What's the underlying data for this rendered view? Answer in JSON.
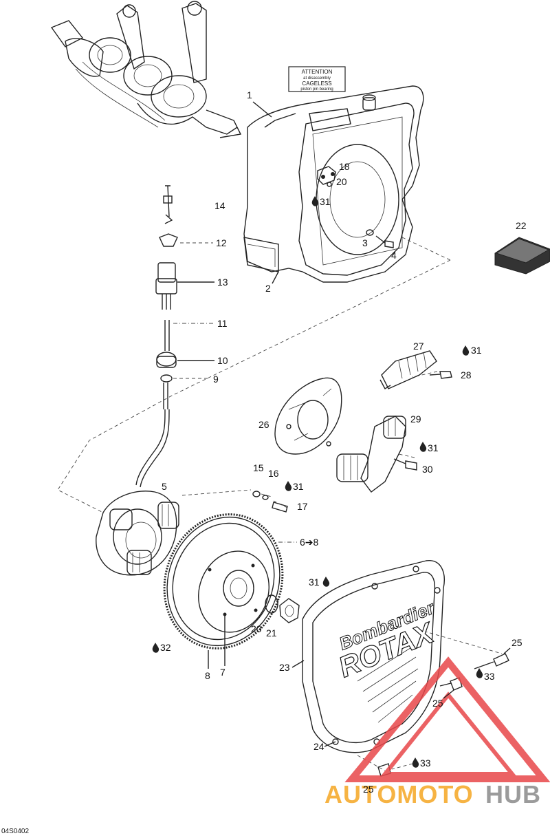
{
  "callouts": [
    {
      "id": "1",
      "text": "1"
    },
    {
      "id": "2",
      "text": "2"
    },
    {
      "id": "3",
      "text": "3"
    },
    {
      "id": "4",
      "text": "4"
    },
    {
      "id": "5",
      "text": "5"
    },
    {
      "id": "6-8",
      "text": "6➔8"
    },
    {
      "id": "7",
      "text": "7"
    },
    {
      "id": "8",
      "text": "8"
    },
    {
      "id": "9",
      "text": "9"
    },
    {
      "id": "10",
      "text": "10"
    },
    {
      "id": "11",
      "text": "11"
    },
    {
      "id": "12",
      "text": "12"
    },
    {
      "id": "13",
      "text": "13"
    },
    {
      "id": "14",
      "text": "14"
    },
    {
      "id": "15",
      "text": "15"
    },
    {
      "id": "16",
      "text": "16"
    },
    {
      "id": "17",
      "text": "17"
    },
    {
      "id": "18",
      "text": "18"
    },
    {
      "id": "20a",
      "text": "20"
    },
    {
      "id": "20b",
      "text": "20"
    },
    {
      "id": "21",
      "text": "21"
    },
    {
      "id": "22",
      "text": "22"
    },
    {
      "id": "23",
      "text": "23"
    },
    {
      "id": "24",
      "text": "24"
    },
    {
      "id": "25a",
      "text": "25"
    },
    {
      "id": "25b",
      "text": "25"
    },
    {
      "id": "25c",
      "text": "25"
    },
    {
      "id": "26",
      "text": "26"
    },
    {
      "id": "27",
      "text": "27"
    },
    {
      "id": "28",
      "text": "28"
    },
    {
      "id": "29",
      "text": "29"
    },
    {
      "id": "30",
      "text": "30"
    }
  ],
  "adhesive_marks": [
    {
      "id": "31a",
      "text": "31"
    },
    {
      "id": "31b",
      "text": "31"
    },
    {
      "id": "31c",
      "text": "31"
    },
    {
      "id": "31d",
      "text": "31"
    },
    {
      "id": "31e",
      "text": "31"
    },
    {
      "id": "32",
      "text": "32"
    },
    {
      "id": "33a",
      "text": "33"
    },
    {
      "id": "33b",
      "text": "33"
    }
  ],
  "attention_label": {
    "line1": "ATTENTION",
    "line2": "at disassembly",
    "line3": "CAGELESS",
    "line4": "piston pin bearing"
  },
  "cover_brand": {
    "line1": "Bombardier",
    "line2": "ROTAX"
  },
  "watermark": {
    "part1": "AUTOMOTO",
    "part2": "HUB",
    "color_red": "#e8474a",
    "color_orange": "#f5a623",
    "color_grey": "#8a8a8a"
  },
  "drawing_code": "04S0402"
}
